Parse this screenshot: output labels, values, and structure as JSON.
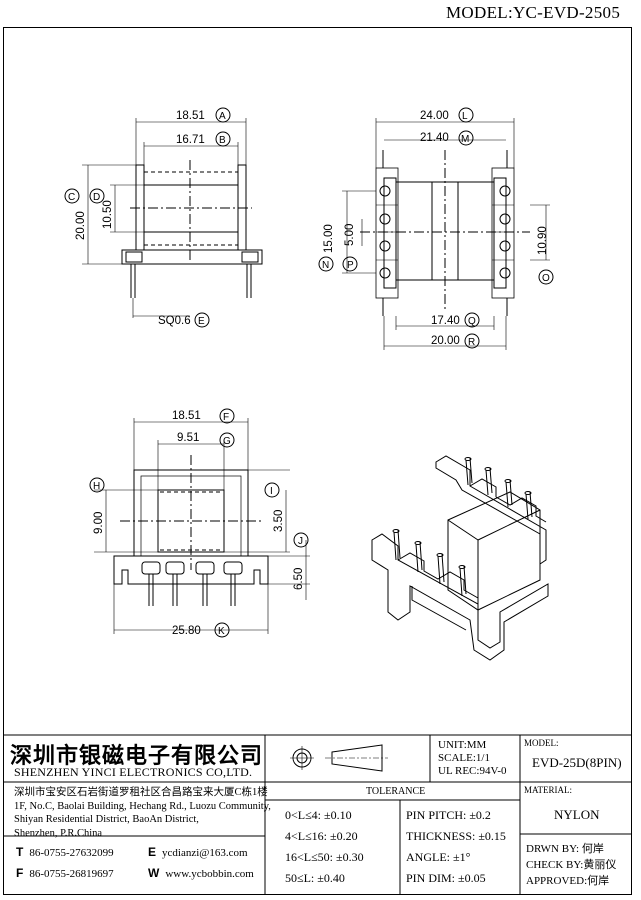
{
  "model_header": "MODEL:YC-EVD-2505",
  "dimensions": {
    "A": "18.51",
    "B": "16.71",
    "C": "20.00",
    "D": "10.50",
    "E": "SQ0.6",
    "F": "18.51",
    "G": "9.51",
    "H": "9.00",
    "I": "3.50",
    "J": "6.50",
    "K": "25.80",
    "L": "24.00",
    "M": "21.40",
    "N": "15.00",
    "P": "5.00",
    "O": "10.90",
    "Q": "17.40",
    "R": "20.00"
  },
  "company": {
    "name_cn": "深圳市银磁电子有限公司",
    "name_en": "SHENZHEN YINCI ELECTRONICS CO,LTD.",
    "address": [
      "深圳市宝安区石岩街道罗租社区合昌路宝来大厦C栋1楼",
      "1F, No.C, Baolai Building, Hechang Rd., Luozu Community,",
      "Shiyan Residential District, BaoAn District,",
      "Shenzhen, P.R.China"
    ],
    "tel_label": "T",
    "tel": "86-0755-27632099",
    "fax_label": "F",
    "fax": "86-0755-26819697",
    "email_label": "E",
    "email": "ycdianzi@163.com",
    "web_label": "W",
    "web": "www.ycbobbin.com"
  },
  "info": {
    "unit": "UNIT:MM",
    "scale": "SCALE:1/1",
    "ul": "UL REC:94V-0"
  },
  "tolerance": {
    "title": "TOLERANCE",
    "left": [
      "0<L≤4: ±0.10",
      "4<L≤16: ±0.20",
      "16<L≤50: ±0.30",
      "50≤L: ±0.40"
    ],
    "right": [
      "PIN PITCH: ±0.2",
      "THICKNESS: ±0.15",
      "ANGLE: ±1°",
      "PIN DIM: ±0.05"
    ]
  },
  "model_box": {
    "label": "MODEL:",
    "value": "EVD-25D(8PIN)"
  },
  "material_box": {
    "label": "MATERIAL:",
    "value": "NYLON"
  },
  "signoff": {
    "drawn_label": "DRWN BY:",
    "drawn": "何岸",
    "check_label": "CHECK BY:",
    "check": "黄丽仪",
    "approved_label": "APPROVED:",
    "approved": "何岸"
  }
}
